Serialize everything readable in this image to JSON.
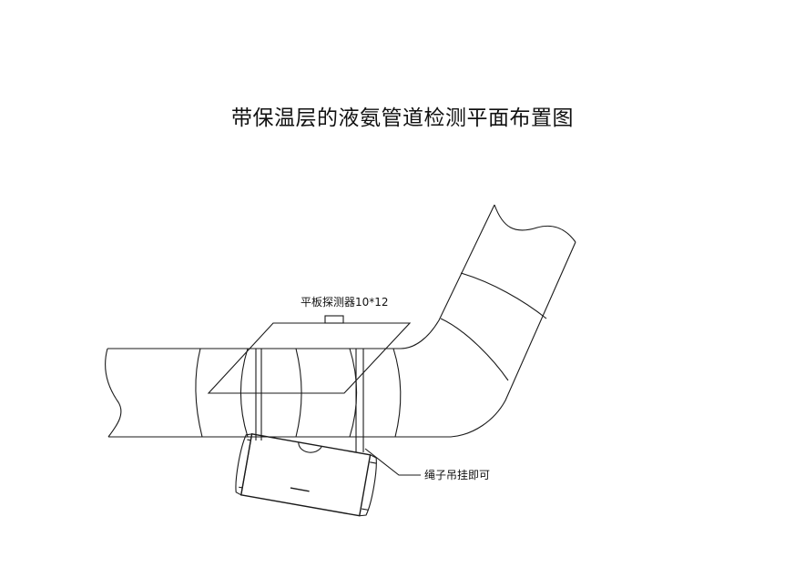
{
  "title": "带保温层的液氨管道检测平面布置图",
  "labels": {
    "detector": "平板探测器10*12",
    "rope": "绳子吊挂即可"
  },
  "colors": {
    "line": "#1a1a1a",
    "background": "#ffffff"
  }
}
